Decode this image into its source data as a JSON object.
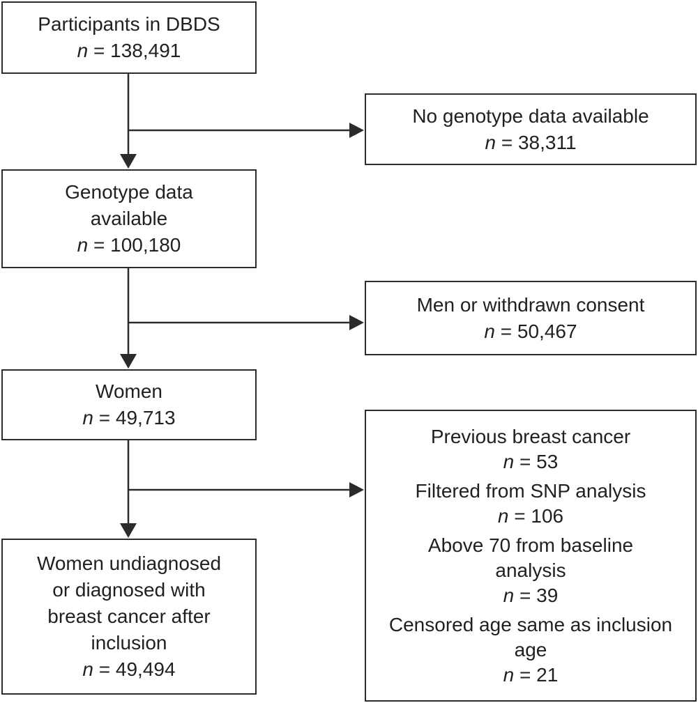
{
  "figure": {
    "n_symbol": "n",
    "boxes": {
      "participants": {
        "lines": [
          "Participants in DBDS"
        ],
        "n_text": " = 138,491"
      },
      "genotype": {
        "lines": [
          "Genotype data",
          "available"
        ],
        "n_text": " = 100,180"
      },
      "women": {
        "lines": [
          "Women"
        ],
        "n_text": " = 49,713"
      },
      "final": {
        "lines": [
          "Women undiagnosed",
          "or diagnosed with",
          "breast cancer after",
          "inclusion"
        ],
        "n_text": " = 49,494"
      },
      "no_genotype": {
        "lines": [
          "No genotype data available"
        ],
        "n_text": " = 38,311"
      },
      "men_withdrawn": {
        "lines": [
          "Men or withdrawn consent"
        ],
        "n_text": " = 50,467"
      },
      "exclusions": {
        "entries": [
          {
            "lines": [
              "Previous breast cancer"
            ],
            "n_text": " = 53"
          },
          {
            "lines": [
              "Filtered from SNP analysis"
            ],
            "n_text": " = 106"
          },
          {
            "lines": [
              "Above 70 from baseline",
              "analysis"
            ],
            "n_text": " = 39"
          },
          {
            "lines": [
              "Censored age same as inclusion",
              "age"
            ],
            "n_text": " = 21"
          }
        ]
      }
    },
    "colors": {
      "line": "#2b2b2b",
      "text": "#231f20",
      "background": "#ffffff"
    }
  }
}
